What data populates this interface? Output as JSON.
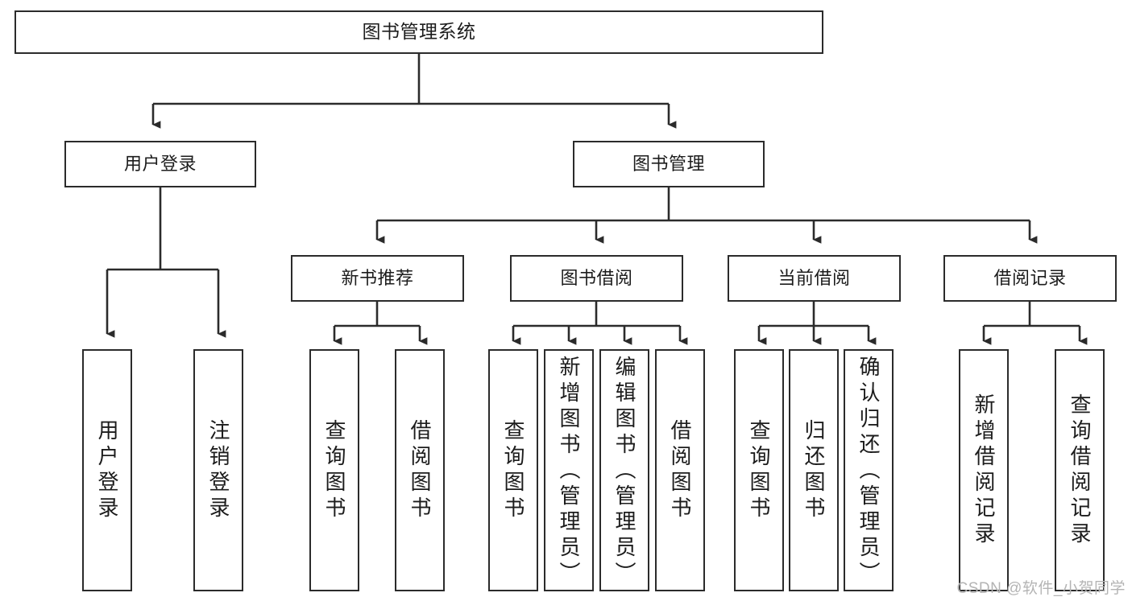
{
  "diagram": {
    "title": "图书管理系统",
    "type": "tree",
    "root": {
      "id": "root",
      "label": "图书管理系统"
    },
    "level2": [
      {
        "id": "login",
        "label": "用户登录"
      },
      {
        "id": "bookmgmt",
        "label": "图书管理"
      }
    ],
    "level3": [
      {
        "id": "newbook",
        "label": "新书推荐",
        "parent": "bookmgmt"
      },
      {
        "id": "borrow",
        "label": "图书借阅",
        "parent": "bookmgmt"
      },
      {
        "id": "current",
        "label": "当前借阅",
        "parent": "bookmgmt"
      },
      {
        "id": "record",
        "label": "借阅记录",
        "parent": "bookmgmt"
      }
    ],
    "leaves": [
      {
        "id": "leaf-login-1",
        "label": "用户登录",
        "parent": "login"
      },
      {
        "id": "leaf-login-2",
        "label": "注销登录",
        "parent": "login"
      },
      {
        "id": "leaf-newbook-1",
        "label": "查询图书",
        "parent": "newbook"
      },
      {
        "id": "leaf-newbook-2",
        "label": "借阅图书",
        "parent": "newbook"
      },
      {
        "id": "leaf-borrow-1",
        "label": "查询图书",
        "parent": "borrow"
      },
      {
        "id": "leaf-borrow-2",
        "label": "新增图书（管理员）",
        "parent": "borrow"
      },
      {
        "id": "leaf-borrow-3",
        "label": "编辑图书（管理员）",
        "parent": "borrow"
      },
      {
        "id": "leaf-borrow-4",
        "label": "借阅图书",
        "parent": "borrow"
      },
      {
        "id": "leaf-current-1",
        "label": "查询图书",
        "parent": "current"
      },
      {
        "id": "leaf-current-2",
        "label": "归还图书",
        "parent": "current"
      },
      {
        "id": "leaf-current-3",
        "label": "确认归还（管理员）",
        "parent": "current"
      },
      {
        "id": "leaf-record-1",
        "label": "新增借阅记录",
        "parent": "record"
      },
      {
        "id": "leaf-record-2",
        "label": "查询借阅记录",
        "parent": "record"
      }
    ],
    "colors": {
      "border": "#2b2b2b",
      "connector": "#2b2b2b",
      "background": "#ffffff",
      "text": "#1c1c1c",
      "watermark": "#b4b4b4"
    }
  },
  "watermark": {
    "text": "CSDN @软件_小贺同学"
  }
}
